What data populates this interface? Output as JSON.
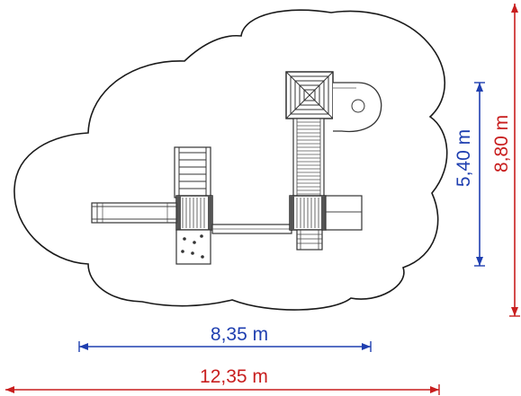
{
  "dimensions": {
    "inner_width": {
      "label": "8,35 m",
      "color": "#1f3fb0"
    },
    "outer_width": {
      "label": "12,35 m",
      "color": "#c81e1e"
    },
    "inner_height": {
      "label": "5,40 m",
      "color": "#1f3fb0"
    },
    "outer_height": {
      "label": "8,80 m",
      "color": "#c81e1e"
    }
  }
}
